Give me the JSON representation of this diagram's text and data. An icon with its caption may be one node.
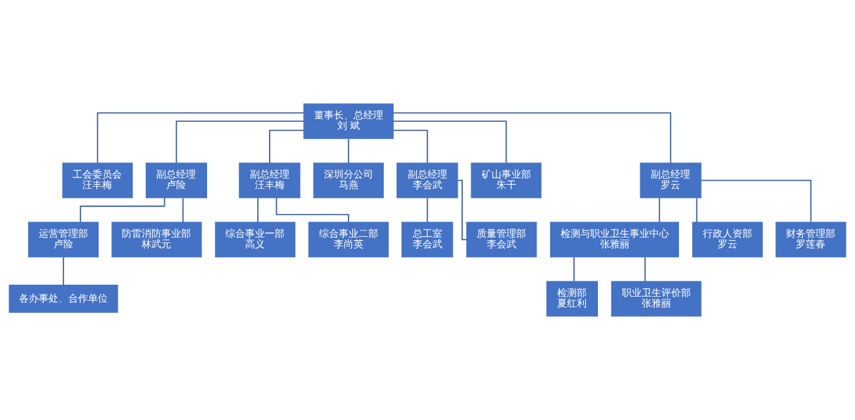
{
  "diagram": {
    "nodes": [
      {
        "text": [
          "董事长、总经理",
          "刘 斌"
        ]
      },
      {
        "text": [
          "工会委员会",
          "汪丰梅"
        ]
      },
      {
        "text": [
          "副总经理",
          "卢险"
        ]
      },
      {
        "text": [
          "副总经理",
          "汪丰梅"
        ]
      },
      {
        "text": [
          "深圳分公司",
          "马燕"
        ]
      },
      {
        "text": [
          "副总经理",
          "李会武"
        ]
      },
      {
        "text": [
          "矿山事业部",
          "朱干"
        ]
      },
      {
        "text": [
          "副总经理",
          "罗云"
        ]
      },
      {
        "text": [
          "运营管理部",
          "卢险"
        ]
      },
      {
        "text": [
          "防雷消防事业部",
          "林武元"
        ]
      },
      {
        "text": [
          "各办事处、合作单位"
        ]
      },
      {
        "text": [
          "综合事业一部",
          "高义"
        ]
      },
      {
        "text": [
          "综合事业二部",
          "李尚英"
        ]
      },
      {
        "text": [
          "总工室",
          "李会武"
        ]
      },
      {
        "text": [
          "质量管理部",
          "李会武"
        ]
      },
      {
        "text": [
          "检测与职业卫生事业中心",
          "张雅丽"
        ]
      },
      {
        "text": [
          "行政人资部",
          "罗云"
        ]
      },
      {
        "text": [
          "财务管理部",
          "罗莲春"
        ]
      },
      {
        "text": [
          "检测部",
          "夏红利"
        ]
      },
      {
        "text": [
          "职业卫生评价部",
          "张雅丽"
        ]
      }
    ],
    "edges": [
      {
        "from": 0,
        "to": 1,
        "arrow": "none"
      },
      {
        "from": 0,
        "to": 2,
        "arrow": "none"
      },
      {
        "from": 0,
        "to": 3,
        "arrow": "none"
      },
      {
        "from": 0,
        "to": 4,
        "arrow": "none"
      },
      {
        "from": 0,
        "to": 5,
        "arrow": "none"
      },
      {
        "from": 0,
        "to": 6,
        "arrow": "none"
      },
      {
        "from": 0,
        "to": 7,
        "arrow": "none"
      },
      {
        "from": 2,
        "to": 8,
        "arrow": "none"
      },
      {
        "from": 2,
        "to": 9,
        "arrow": "none"
      },
      {
        "from": 8,
        "to": 10,
        "arrow": "none"
      },
      {
        "from": 3,
        "to": 11,
        "arrow": "none"
      },
      {
        "from": 3,
        "to": 12,
        "arrow": "none"
      },
      {
        "from": 5,
        "to": 13,
        "arrow": "none"
      },
      {
        "from": 5,
        "to": 14,
        "arrow": "none"
      },
      {
        "from": 7,
        "to": 15,
        "arrow": "none"
      },
      {
        "from": 7,
        "to": 16,
        "arrow": "none"
      },
      {
        "from": 7,
        "to": 17,
        "arrow": "none"
      },
      {
        "from": 15,
        "to": 18,
        "arrow": "none"
      },
      {
        "from": 15,
        "to": 19,
        "arrow": "none"
      }
    ]
  }
}
